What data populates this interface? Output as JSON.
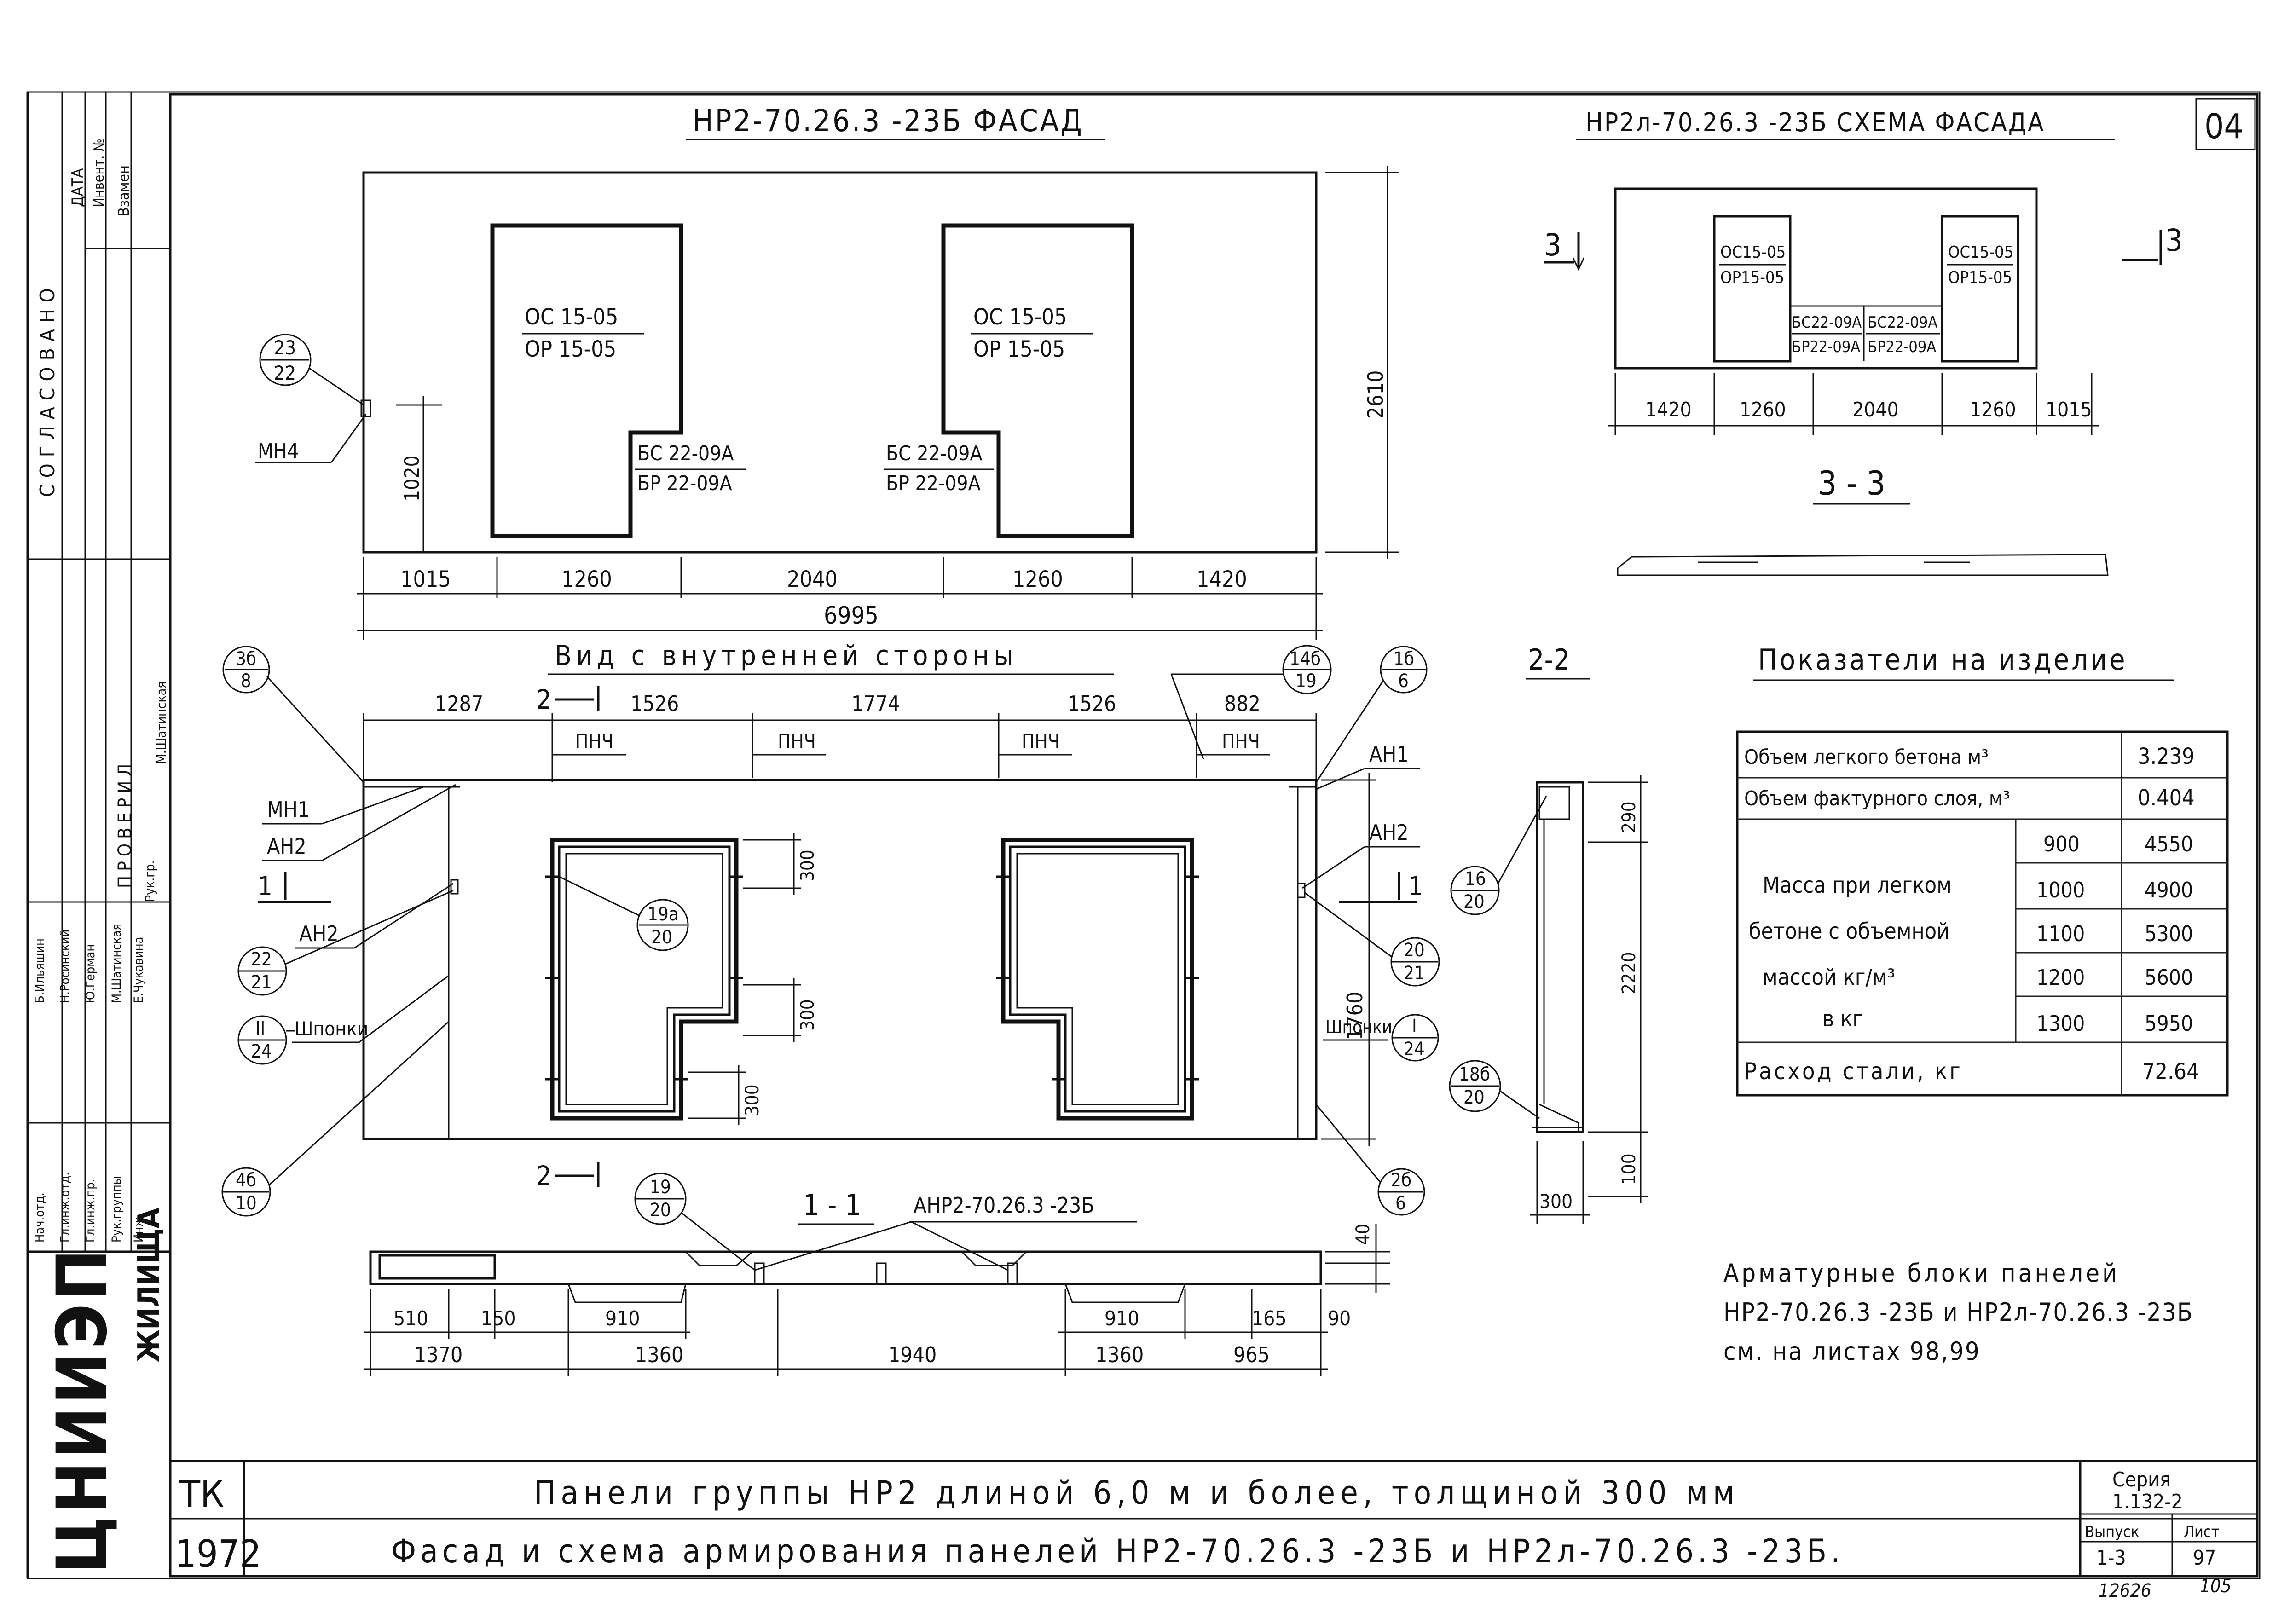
{
  "sheet_number": "04",
  "facade": {
    "title": "НР2-70.26.3 -23Б ФАСАД",
    "height_dim": "2610",
    "window_height_dim": "1020",
    "window_label_top": "ОС 15-05",
    "window_label_bottom": "ОР 15-05",
    "door_label_top": "БС 22-09А",
    "door_label_bottom": "БР 22-09А",
    "callout_top": "23",
    "callout_bottom": "22",
    "leader_label": "МН4",
    "dims": [
      "1015",
      "1260",
      "2040",
      "1260",
      "1420"
    ],
    "total": "6995"
  },
  "scheme": {
    "title": "НР2л-70.26.3 -23Б СХЕМА ФАСАДА",
    "window_top": "ОС15-05",
    "window_bottom": "ОР15-05",
    "door_top": "БС22-09А",
    "door_bottom": "БР22-09А",
    "section_mark": "3",
    "dims": [
      "1420",
      "1260",
      "2040",
      "1260",
      "1015"
    ],
    "section_title": "3 - 3"
  },
  "inner": {
    "title": "Вид с внутренней стороны",
    "top_dims": [
      "1287",
      "1526",
      "1774",
      "1526",
      "882"
    ],
    "pnch": "ПНЧ",
    "section2": "2",
    "section1": "1",
    "height_dim": "1760",
    "d300a": "300",
    "d300b": "300",
    "d300c": "300",
    "labels": {
      "mn1": "МН1",
      "an2a": "АН2",
      "an2b": "АН2",
      "an1": "АН1",
      "an2c": "АН2",
      "shponki_left": "Шпонки",
      "shponki_right": "Шпонки"
    },
    "callouts": {
      "c35": [
        "3б",
        "8"
      ],
      "c148": [
        "14б",
        "19"
      ],
      "c15": [
        "1б",
        "6"
      ],
      "c19a": [
        "19а",
        "20"
      ],
      "c22": [
        "22",
        "21"
      ],
      "c11": [
        "II",
        "24"
      ],
      "c20": [
        "20",
        "21"
      ],
      "cI": [
        "I",
        "24"
      ],
      "c45": [
        "4б",
        "10"
      ],
      "c19": [
        "19",
        "20"
      ],
      "c26": [
        "2б",
        "6"
      ]
    }
  },
  "section22": {
    "title": "2-2",
    "dims": [
      "290",
      "2220",
      "100",
      "300"
    ],
    "callout_a": [
      "16",
      "20"
    ],
    "callout_b": [
      "18б",
      "20"
    ]
  },
  "section11": {
    "title": "1 - 1",
    "label": "АНР2-70.26.3 -23Б",
    "dim_40": "40",
    "dim_90": "90",
    "row1": [
      "510",
      "150",
      "910",
      "910",
      "165"
    ],
    "row2": [
      "1370",
      "1360",
      "1940",
      "1360",
      "965"
    ]
  },
  "indicators": {
    "title": "Показатели на изделие",
    "rows": [
      {
        "label": "Объем легкого бетона м³",
        "value": "3.239"
      },
      {
        "label": "Объем фактурного слоя, м³",
        "value": "0.404"
      }
    ],
    "mass_label_lines": [
      "Масса при легком",
      "бетоне с объемной",
      "массой  кг/м³",
      "в кг"
    ],
    "mass_rows": [
      {
        "density": "900",
        "mass": "4550"
      },
      {
        "density": "1000",
        "mass": "4900"
      },
      {
        "density": "1100",
        "mass": "5300"
      },
      {
        "density": "1200",
        "mass": "5600"
      },
      {
        "density": "1300",
        "mass": "5950"
      }
    ],
    "steel": {
      "label": "Расход стали, кг",
      "value": "72.64"
    }
  },
  "note_lines": [
    "Арматурные блоки панелей",
    "НР2-70.26.3 -23Б и НР2л-70.26.3 -23Б",
    "см. на листах 98,99"
  ],
  "left_column": {
    "agreed": "СОГЛАСОВАНО",
    "date": "ДАТА",
    "inv": "Инвент. №",
    "instead": "Взамен",
    "checked": "ПРОВЕРИЛ",
    "roles": [
      "Нач.отд.",
      "Гл.инж.отд.",
      "Гл.инж.пр.",
      "Рук.группы",
      "Инж."
    ],
    "names": [
      "Б.Ильяшин",
      "Н.Росинский",
      "Ю.Герман",
      "М.Шатинская",
      "Е.Чукавина"
    ],
    "ruk_gr": "Рук.гр.",
    "ruk_name": "М.Шатинская",
    "org_logo": "ЦНИИЭП",
    "org_word": "ЖИЛИЩА"
  },
  "title_block": {
    "tk": "ТК",
    "year": "1972",
    "line1": "Панели группы НР2 длиной 6,0 м и более, толщиной 300 мм",
    "line2": "Фасад и схема армирования панелей НР2-70.26.3 -23Б и НР2л-70.26.3 -23Б.",
    "series_label": "Серия",
    "series_value": "1.132-2",
    "issue_label": "Выпуск",
    "issue_value": "1-3",
    "sheet_label": "Лист",
    "sheet_value": "97"
  },
  "bottom_numbers": [
    "12626",
    "105"
  ]
}
